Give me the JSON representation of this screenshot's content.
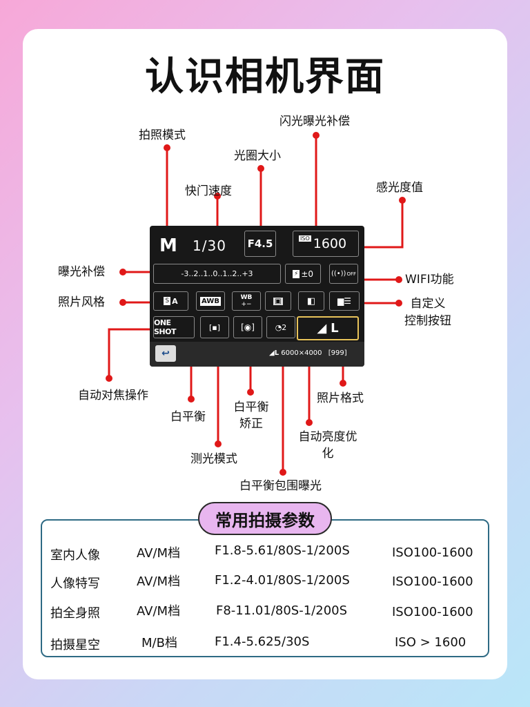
{
  "title": "认识相机界面",
  "camera": {
    "mode": "M",
    "shutter": "1/30",
    "aperture": "F4.5",
    "iso_badge": "ISO",
    "iso_value": "1600",
    "exposure_scale": "-3..2..1..0..1..2..+3",
    "flash_comp": "±0",
    "wifi": "OFF",
    "picture_style": "A",
    "wb": "AWB",
    "wb_shift": "WB",
    "af_mode": "ONE SHOT",
    "image_format": "L",
    "image_info": "6000×4000",
    "shots_left": "[999]"
  },
  "labels": {
    "shooting_mode": "拍照模式",
    "aperture": "光圈大小",
    "shutter": "快门速度",
    "flash_comp": "闪光曝光补偿",
    "iso": "感光度值",
    "exposure_comp": "曝光补偿",
    "wifi": "WIFI功能",
    "picture_style": "照片风格",
    "custom_controls_1": "自定义",
    "custom_controls_2": "控制按钮",
    "af_operation": "自动对焦操作",
    "white_balance": "白平衡",
    "wb_correction_1": "白平衡",
    "wb_correction_2": "矫正",
    "metering": "测光模式",
    "image_quality": "照片格式",
    "auto_lighting_1": "自动亮度优",
    "auto_lighting_2": "化",
    "wb_bracketing": "白平衡包围曝光"
  },
  "table": {
    "heading": "常用拍摄参数",
    "rows": [
      {
        "scene": "室内人像",
        "mode": "AV/M档",
        "settings": "F1.8-5.61/80S-1/200S",
        "iso": "ISO100-1600"
      },
      {
        "scene": "人像特写",
        "mode": "AV/M档",
        "settings": "F1.2-4.01/80S-1/200S",
        "iso": "ISO100-1600"
      },
      {
        "scene": "拍全身照",
        "mode": "AV/M档",
        "settings": "F8-11.01/80S-1/200S",
        "iso": "ISO100-1600"
      },
      {
        "scene": "拍摄星空",
        "mode": "M/B档",
        "settings": "F1.4-5.625/30S",
        "iso": "ISO > 1600"
      }
    ]
  },
  "colors": {
    "leader": "#e01818",
    "table_border": "#2e6a84",
    "badge": "#e8b6ef"
  }
}
